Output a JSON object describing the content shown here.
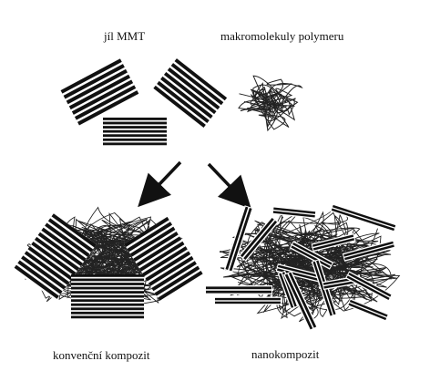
{
  "labels": {
    "clay": "jíl MMT",
    "polymer": "makromolekuly polymeru",
    "conventional": "konvenční kompozit",
    "nano": "nanokompozit"
  },
  "colors": {
    "ink": "#111111",
    "background": "#ffffff"
  }
}
